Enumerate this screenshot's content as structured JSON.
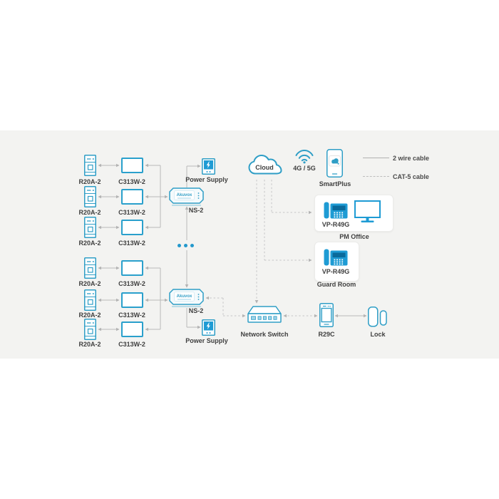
{
  "colors": {
    "accent_teal": "#2f9ec6",
    "device_blue": "#1e9bd4",
    "band_background": "#f3f3f1",
    "line_gray": "#b9b9b9",
    "text": "#3f3f3f"
  },
  "legend": {
    "solid_label": "2 wire cable",
    "dashed_label": "CAT-5 cable"
  },
  "cloud": {
    "label": "Cloud"
  },
  "wireless": {
    "label": "4G / 5G"
  },
  "smartplus": {
    "label": "SmartPlus"
  },
  "group1": {
    "rows": [
      {
        "door": "R20A-2",
        "monitor": "C313W-2"
      },
      {
        "door": "R20A-2",
        "monitor": "C313W-2"
      },
      {
        "door": "R20A-2",
        "monitor": "C313W-2"
      }
    ],
    "switch": {
      "brand": "Akuvox",
      "label": "NS-2"
    },
    "power": {
      "label": "Power Supply"
    }
  },
  "group2": {
    "rows": [
      {
        "door": "R20A-2",
        "monitor": "C313W-2"
      },
      {
        "door": "R20A-2",
        "monitor": "C313W-2"
      },
      {
        "door": "R20A-2",
        "monitor": "C313W-2"
      }
    ],
    "switch": {
      "brand": "Akuvox",
      "label": "NS-2"
    },
    "power": {
      "label": "Power Supply"
    }
  },
  "pm_office": {
    "device": "VP-R49G",
    "label": "PM Office"
  },
  "guard_room": {
    "device": "VP-R49G",
    "label": "Guard Room"
  },
  "network_switch": {
    "label": "Network Switch"
  },
  "r29c": {
    "label": "R29C"
  },
  "lock": {
    "label": "Lock"
  }
}
